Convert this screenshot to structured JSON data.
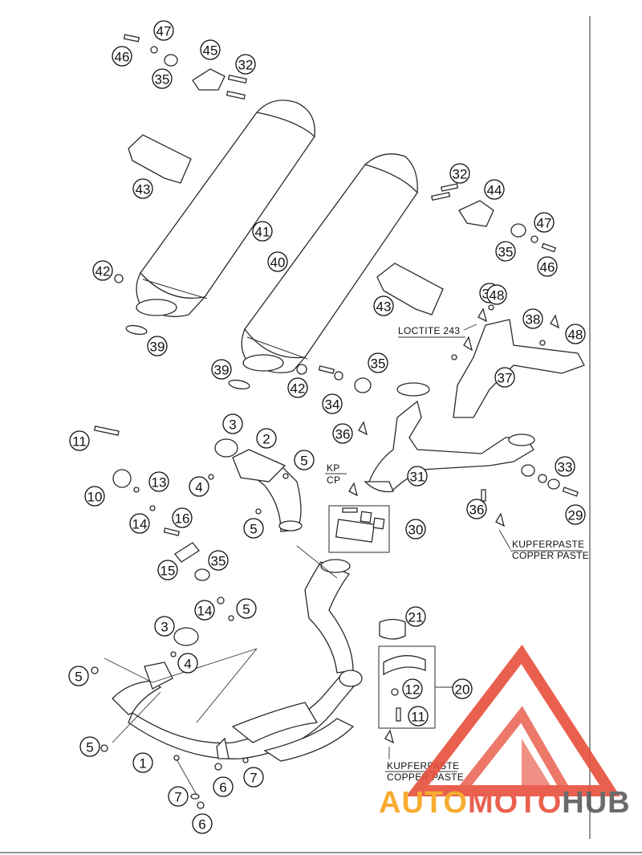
{
  "diagram": {
    "callouts": [
      "1",
      "2",
      "3",
      "3",
      "4",
      "4",
      "5",
      "5",
      "5",
      "5",
      "5",
      "6",
      "6",
      "7",
      "7",
      "10",
      "11",
      "11",
      "12",
      "13",
      "14",
      "14",
      "15",
      "16",
      "20",
      "21",
      "29",
      "30",
      "31",
      "32",
      "32",
      "33",
      "34",
      "35",
      "35",
      "35",
      "35",
      "36",
      "36",
      "37",
      "38",
      "38",
      "39",
      "39",
      "40",
      "41",
      "42",
      "42",
      "43",
      "43",
      "44",
      "45",
      "46",
      "46",
      "47",
      "47",
      "48",
      "48"
    ],
    "notes": {
      "loctite": "LOCTITE 243",
      "kp": "KP",
      "cp": "CP",
      "kupferpaste_1": "KUPFERPASTE",
      "copper_paste_1": "COPPER PASTE",
      "kupferpaste_2": "KUPFERPASTE",
      "copper_paste_2": "COPPER PASTE"
    }
  },
  "watermark": {
    "part1": "AUTO",
    "part2": "MOTO",
    "part3": "HUB",
    "colors": {
      "orange": "#f7a21b",
      "red": "#e84f3d",
      "gray": "#5b5b5b"
    }
  }
}
